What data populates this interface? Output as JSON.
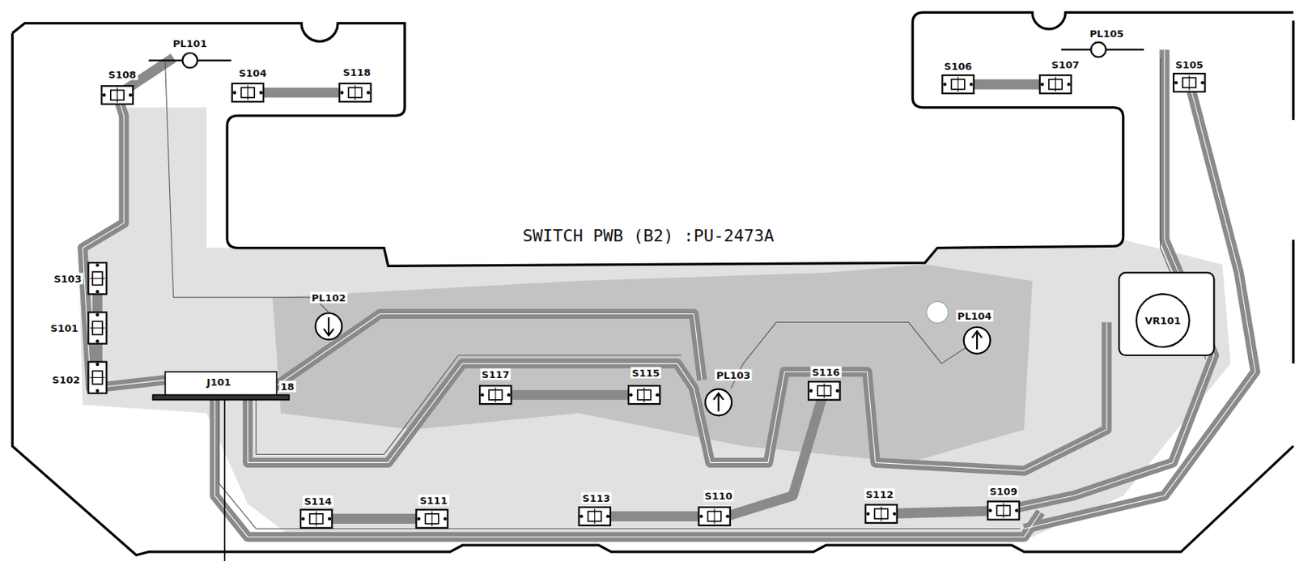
{
  "diagram": {
    "title": "SWITCH PWB (B2) :PU-2473A",
    "labels": [
      "PL101",
      "S108",
      "S104",
      "S118",
      "PL105",
      "S106",
      "S107",
      "S105",
      "S103",
      "S101",
      "S102",
      "PL102",
      "PL104",
      "VR101",
      "J101",
      "18",
      "S117",
      "S115",
      "PL103",
      "S116",
      "S114",
      "S111",
      "S113",
      "S110",
      "S112",
      "S109"
    ]
  }
}
